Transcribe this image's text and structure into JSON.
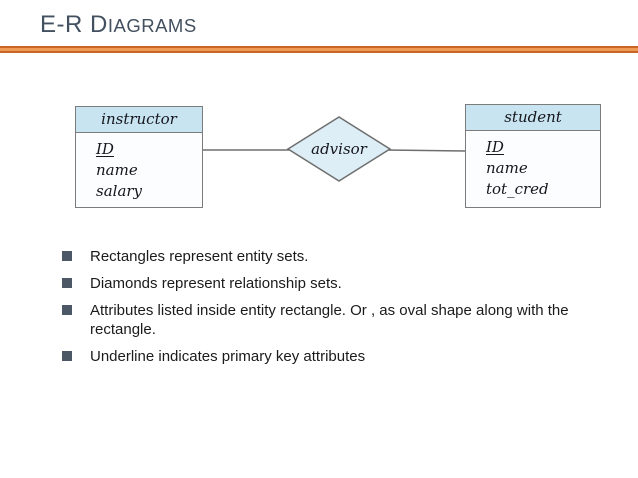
{
  "title": {
    "large": "E-R D",
    "small": "IAGRAMS"
  },
  "diagram": {
    "entities": [
      {
        "name": "instructor",
        "attributes": [
          {
            "label": "ID",
            "underlined": true
          },
          {
            "label": "name",
            "underlined": false
          },
          {
            "label": "salary",
            "underlined": false
          }
        ]
      },
      {
        "name": "student",
        "attributes": [
          {
            "label": "ID",
            "underlined": true
          },
          {
            "label": "name",
            "underlined": false
          },
          {
            "label": "tot_cred",
            "underlined": false
          }
        ]
      }
    ],
    "relationship": {
      "name": "advisor"
    }
  },
  "bullets": [
    "Rectangles represent entity sets.",
    "Diamonds represent relationship sets.",
    "Attributes listed inside entity rectangle. Or , as oval shape along with the rectangle.",
    "Underline indicates primary key attributes"
  ],
  "colors": {
    "title_text": "#42505f",
    "accent_rule_dark": "#c96527",
    "accent_rule_light": "#ef9a55",
    "entity_header_fill": "#c8e4f1",
    "entity_body_fill": "#fbfdfe",
    "diamond_fill": "#deeef7",
    "shape_border": "#7c7c7c",
    "bullet_marker": "#4c5866",
    "body_text": "#1b1b1b"
  }
}
